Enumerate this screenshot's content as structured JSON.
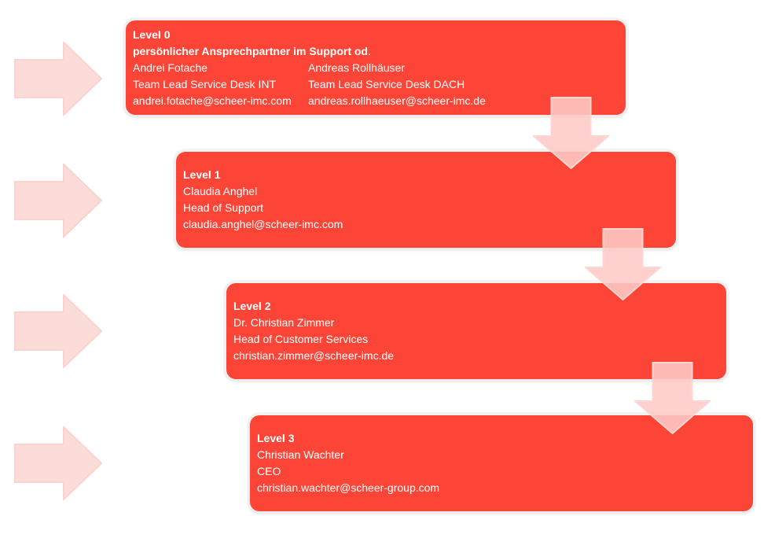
{
  "theme": {
    "box_color": "#fc4536",
    "text_color": "#ffffff",
    "side_arrow_fill": "#fcdcd8",
    "side_arrow_stroke": "#fbd2cd",
    "down_arrow_fill": "rgba(253,202,198,0.88)",
    "down_arrow_stroke": "#fdd6d2",
    "background": "#ffffff"
  },
  "levels": [
    {
      "title": "Level 0",
      "subtitle_bold": "persönlicher Ansprechpartner im Support od",
      "subtitle_dot": ".",
      "contacts": [
        {
          "name": "Andrei Fotache",
          "role": "Team Lead Service Desk INT",
          "email": "andrei.fotache@scheer-imc.com"
        },
        {
          "name": "Andreas Rollhäuser",
          "role": "Team Lead Service Desk DACH",
          "email": "andreas.rollhaeuser@scheer-imc.de"
        }
      ]
    },
    {
      "title": "Level 1",
      "contacts": [
        {
          "name": "Claudia Anghel",
          "role": "Head of Support",
          "email": "claudia.anghel@scheer-imc.com"
        }
      ]
    },
    {
      "title": "Level 2",
      "contacts": [
        {
          "name": "Dr. Christian Zimmer",
          "role": "Head of Customer Services",
          "email": "christian.zimmer@scheer-imc.de"
        }
      ]
    },
    {
      "title": "Level 3",
      "contacts": [
        {
          "name": "Christian Wachter",
          "role": "CEO",
          "email": "christian.wachter@scheer-group.com"
        }
      ]
    }
  ]
}
